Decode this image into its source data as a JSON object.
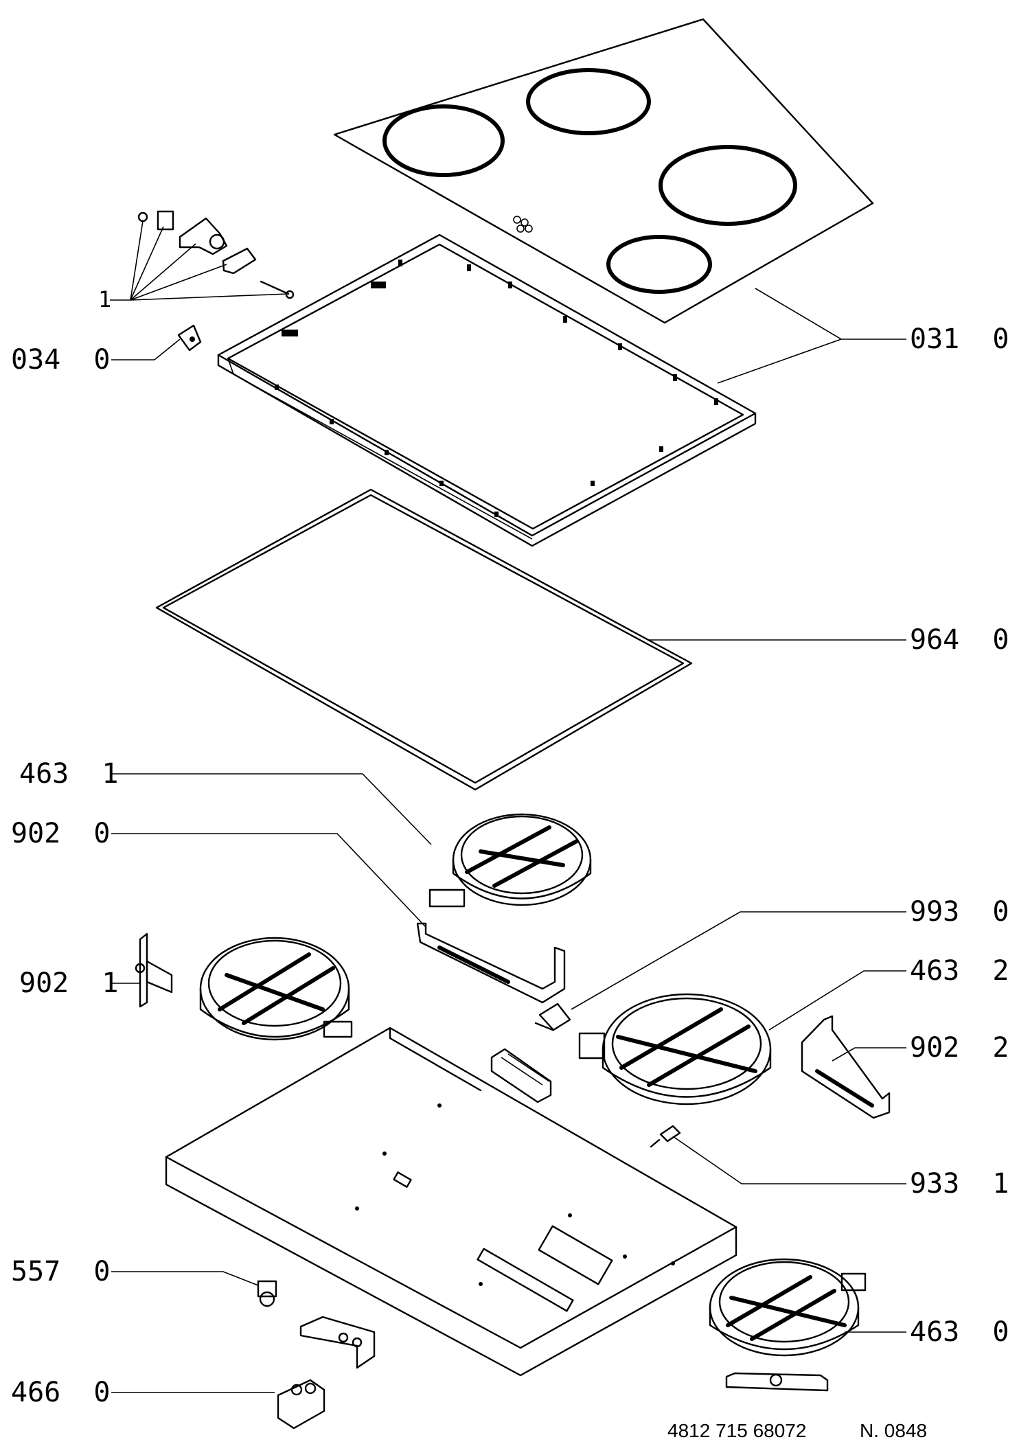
{
  "callouts": {
    "c_1": "1",
    "c_034_0": "034  0",
    "c_031_0": "031  0",
    "c_964_0": "964  0",
    "c_463_1": "463  1",
    "c_902_0": "902  0",
    "c_993_0": "993  0",
    "c_902_1": "902  1",
    "c_463_2": "463  2",
    "c_902_2": "902  2",
    "c_933_1": "933  1",
    "c_557_0": "557  0",
    "c_463_0": "463  0",
    "c_466_0": "466  0"
  },
  "footer": {
    "part_number": "4812 715 68072",
    "sheet": "N. 0848"
  }
}
